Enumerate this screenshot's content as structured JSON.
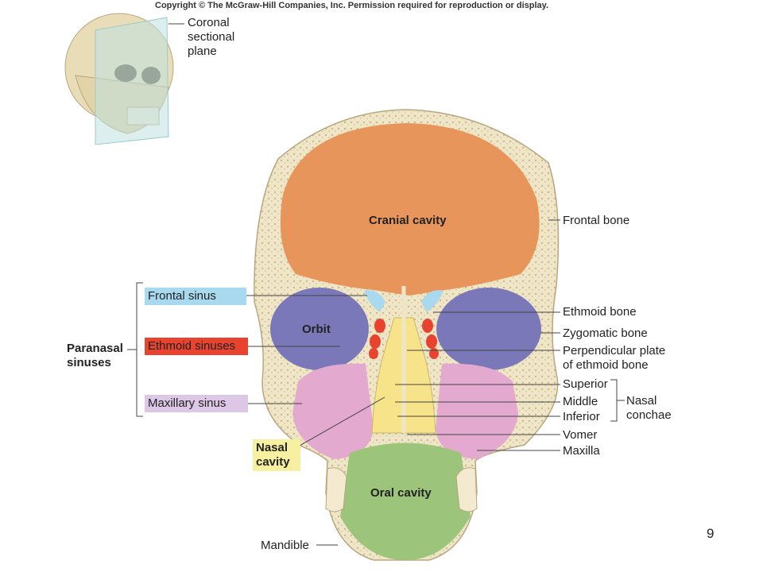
{
  "copyright": "Copyright © The McGraw-Hill Companies, Inc. Permission required for reproduction or display.",
  "inset_label": [
    "Coronal",
    "sectional",
    "plane"
  ],
  "regions": {
    "cranial_cavity": "Cranial cavity",
    "orbit": "Orbit",
    "oral_cavity": "Oral cavity"
  },
  "left_labels": {
    "paranasal_sinuses": [
      "Paranasal",
      "sinuses"
    ],
    "frontal_sinus": "Frontal sinus",
    "ethmoid_sinuses": "Ethmoid sinuses",
    "maxillary_sinus": "Maxillary sinus",
    "nasal_cavity": [
      "Nasal",
      "cavity"
    ],
    "mandible": "Mandible"
  },
  "right_labels": {
    "frontal_bone": "Frontal bone",
    "ethmoid_bone": "Ethmoid bone",
    "zygomatic_bone": "Zygomatic  bone",
    "perpendicular_plate": [
      "Perpendicular plate",
      "of ethmoid bone"
    ],
    "superior": "Superior",
    "middle": "Middle",
    "inferior": "Inferior",
    "nasal_conchae": [
      "Nasal",
      "conchae"
    ],
    "vomer": "Vomer",
    "maxilla": "Maxilla"
  },
  "page_number": "9",
  "colors": {
    "cranial": "#e8955c",
    "bone": "#efe6c8",
    "orbit": "#7a78b8",
    "frontal_sinus": "#a9d9ee",
    "ethmoid_sinus": "#e8432f",
    "maxillary": "#e3a9cf",
    "nasal": "#f7e48a",
    "oral": "#9cc47a"
  }
}
